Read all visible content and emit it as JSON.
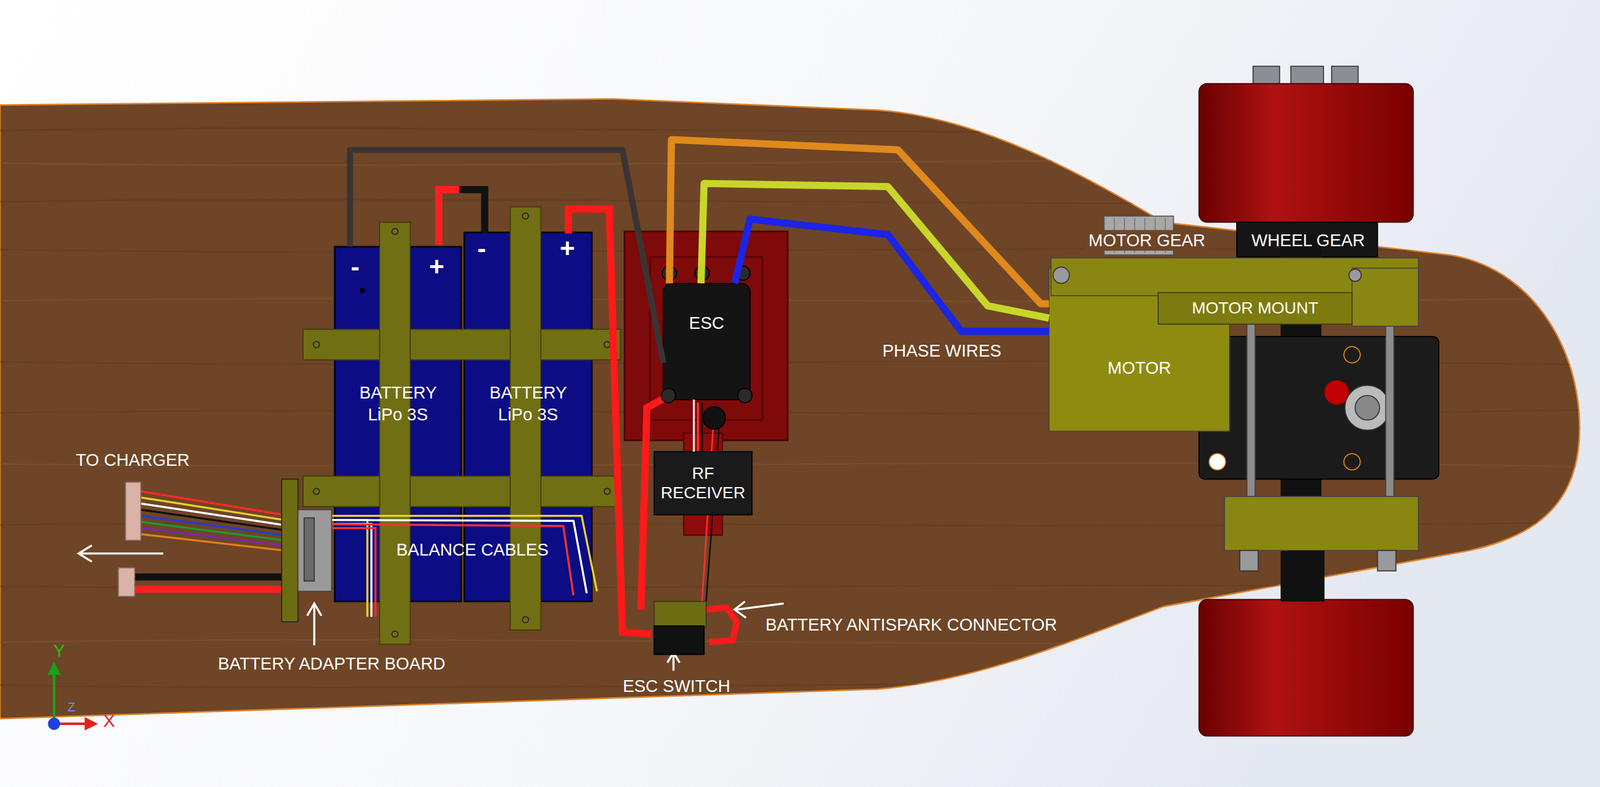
{
  "diagram": {
    "nodes": [
      {
        "text": [
          "BATTERY LiPo 3S"
        ]
      },
      {
        "text": [
          "BATTERY LiPo 3S"
        ]
      },
      {
        "text": [
          "ESC"
        ]
      },
      {
        "text": [
          "RF RECEIVER"
        ]
      },
      {
        "text": [
          "MOTOR"
        ]
      },
      {
        "text": [
          "MOTOR MOUNT"
        ]
      }
    ],
    "edges": [
      {
        "from": 0,
        "to": 2,
        "arrow": "none"
      },
      {
        "from": 2,
        "to": 4,
        "arrow": "none"
      },
      {
        "from": 2,
        "to": 4,
        "arrow": "none"
      },
      {
        "from": 2,
        "to": 4,
        "arrow": "none"
      },
      {
        "from": 2,
        "to": 3,
        "arrow": "none"
      }
    ],
    "labels": [
      "-",
      "+",
      "-",
      "+",
      "TO CHARGER",
      "BALANCE CABLES",
      "BATTERY ADAPTER BOARD",
      "ESC SWITCH",
      "BATTERY ANTISPARK CONNECTOR",
      "PHASE WIRES",
      "MOTOR GEAR",
      "WHEEL GEAR",
      "Y",
      "Z",
      "X"
    ]
  }
}
